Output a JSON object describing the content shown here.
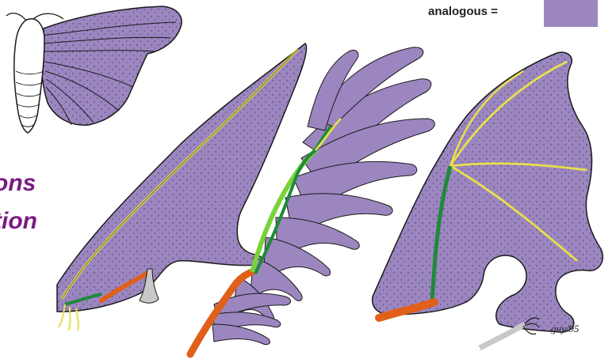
{
  "legend": {
    "label": "analogous =",
    "color": "#9b86c0"
  },
  "text": {
    "line1": "ons",
    "line2": "tion",
    "color": "#7a1a82"
  },
  "signature": "guy/95",
  "colors": {
    "wing_fill": "#9b86c0",
    "outline": "#1a1a1a",
    "humerus": "#e0601a",
    "radius_ulna_light": "#7ad23a",
    "radius_ulna_dark": "#1f8a3a",
    "digits": "#e8e04a",
    "bone_gray": "#c8c8c8",
    "moth_body": "#ffffff"
  },
  "icons": [
    "moth-illustration",
    "pterosaur-wing",
    "bird-wing",
    "bat-wing"
  ]
}
